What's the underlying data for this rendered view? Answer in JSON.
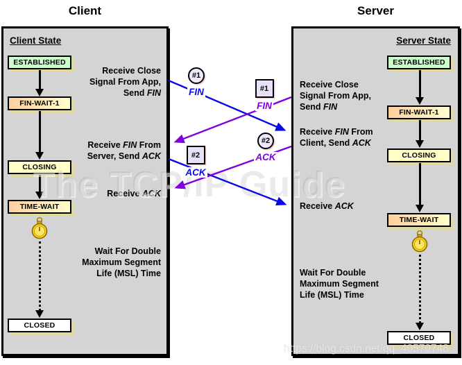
{
  "titles": {
    "client": "Client",
    "server": "Server"
  },
  "client": {
    "heading": "Client State",
    "states": [
      "ESTABLISHED",
      "FIN-WAIT-1",
      "CLOSING",
      "TIME-WAIT",
      "CLOSED"
    ],
    "events": [
      [
        [
          {
            "t": "Receive Close",
            "i": 0
          }
        ],
        [
          {
            "t": "Signal From App,",
            "i": 0
          }
        ],
        [
          {
            "t": "Send ",
            "i": 0
          },
          {
            "t": "FIN",
            "i": 1
          }
        ]
      ],
      [
        [
          {
            "t": "Receive ",
            "i": 0
          },
          {
            "t": "FIN",
            "i": 1
          },
          {
            "t": " From",
            "i": 0
          }
        ],
        [
          {
            "t": "Server, Send ",
            "i": 0
          },
          {
            "t": "ACK",
            "i": 1
          }
        ]
      ],
      [
        [
          {
            "t": "Receive ",
            "i": 0
          },
          {
            "t": "ACK",
            "i": 1
          }
        ]
      ],
      [
        [
          {
            "t": "Wait For Double",
            "i": 0
          }
        ],
        [
          {
            "t": "Maximum Segment",
            "i": 0
          }
        ],
        [
          {
            "t": "Life (MSL) Time",
            "i": 0
          }
        ]
      ]
    ]
  },
  "server": {
    "heading": "Server State",
    "states": [
      "ESTABLISHED",
      "FIN-WAIT-1",
      "CLOSING",
      "TIME-WAIT",
      "CLOSED"
    ],
    "events": [
      [
        [
          {
            "t": "Receive Close",
            "i": 0
          }
        ],
        [
          {
            "t": "Signal From App,",
            "i": 0
          }
        ],
        [
          {
            "t": "Send ",
            "i": 0
          },
          {
            "t": "FIN",
            "i": 1
          }
        ]
      ],
      [
        [
          {
            "t": "Receive ",
            "i": 0
          },
          {
            "t": "FIN",
            "i": 1
          },
          {
            "t": " From",
            "i": 0
          }
        ],
        [
          {
            "t": "Client, Send ",
            "i": 0
          },
          {
            "t": "ACK",
            "i": 1
          }
        ]
      ],
      [
        [
          {
            "t": "Receive ",
            "i": 0
          },
          {
            "t": "ACK",
            "i": 1
          }
        ]
      ],
      [
        [
          {
            "t": "Wait For Double",
            "i": 0
          }
        ],
        [
          {
            "t": "Maximum Segment",
            "i": 0
          }
        ],
        [
          {
            "t": "Life (MSL) Time",
            "i": 0
          }
        ]
      ]
    ]
  },
  "messages": [
    {
      "num": "#1",
      "label": "FIN",
      "shape": "circle",
      "from": "client",
      "to": "server",
      "color": "#0a0ae6"
    },
    {
      "num": "#1",
      "label": "FIN",
      "shape": "square",
      "from": "server",
      "to": "client",
      "color": "#7d00e0"
    },
    {
      "num": "#2",
      "label": "ACK",
      "shape": "square",
      "from": "client",
      "to": "server",
      "color": "#0a0ae6"
    },
    {
      "num": "#2",
      "label": "ACK",
      "shape": "circle",
      "from": "server",
      "to": "client",
      "color": "#7d00e0"
    }
  ],
  "icons": {
    "timer": "stopwatch-icon"
  },
  "watermarks": {
    "center": "The TCP/IP Guide",
    "bottom": "https://blog.csdn.net/qq_40570748"
  },
  "colors": {
    "client_message": "#0a0ae6",
    "server_message": "#7d00e0",
    "panel_bg": "#d4d4d4",
    "established_bg": "#caffca",
    "closing_bg": "#ffffc6",
    "gradient_from": "#ffcf9e",
    "gradient_to": "#ffffcc",
    "closed_bg": "#ffffff",
    "box_shadow": "#ded9a0"
  }
}
